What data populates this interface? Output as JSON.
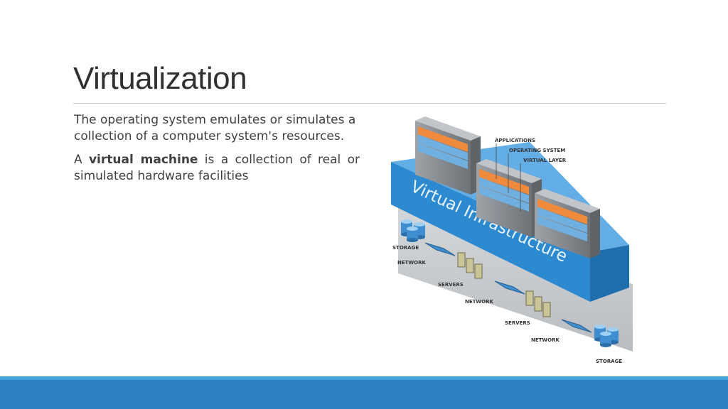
{
  "slide": {
    "title": "Virtualization",
    "paragraph1": "The operating system emulates or simulates a collection of a computer system's resources.",
    "paragraph2_prefix": "A ",
    "paragraph2_bold": "virtual machine",
    "paragraph2_suffix": " is a collection of real or simulated hardware facilities"
  },
  "diagram": {
    "infrastructure_label": "Virtual Infrastructure",
    "callouts": {
      "applications": "APPLICATIONS",
      "operating_system": "OPERATING SYSTEM",
      "virtual_layer": "VIRTUAL LAYER"
    },
    "labels": {
      "storage_1": "STORAGE",
      "network_1": "NETWORK",
      "servers_1": "SERVERS",
      "network_2": "NETWORK",
      "servers_2": "SERVERS",
      "network_3": "NETWORK",
      "storage_2": "STORAGE"
    },
    "colors": {
      "infra_blue": "#2e8ad0",
      "app_orange": "#f08a3c",
      "os_blue": "#6fb0e0",
      "footer": "#2d80c3"
    }
  }
}
